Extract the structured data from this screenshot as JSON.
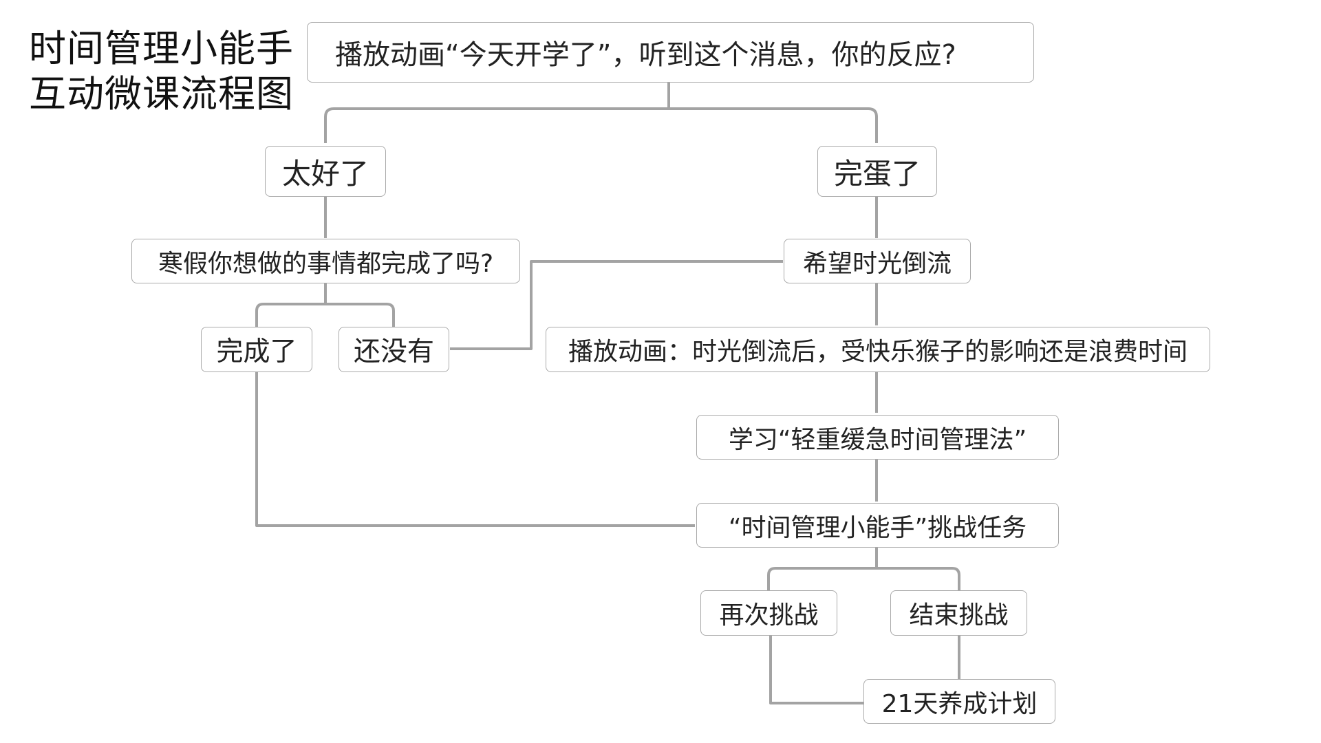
{
  "title": {
    "line1": "时间管理小能手",
    "line2": "互动微课流程图"
  },
  "nodes": {
    "root": "播放动画“今天开学了”，听到这个消息，你的反应?",
    "great": "太好了",
    "doomed": "完蛋了",
    "winter_question": "寒假你想做的事情都完成了吗?",
    "wish_rewind": "希望时光倒流",
    "done": "完成了",
    "not_yet": "还没有",
    "rewind_animation": "播放动画：时光倒流后，受快乐猴子的影响还是浪费时间",
    "learn_method": "学习“轻重缓急时间管理法”",
    "challenge": "“时间管理小能手”挑战任务",
    "retry": "再次挑战",
    "end_challenge": "结束挑战",
    "habit_plan": "21天养成计划"
  }
}
